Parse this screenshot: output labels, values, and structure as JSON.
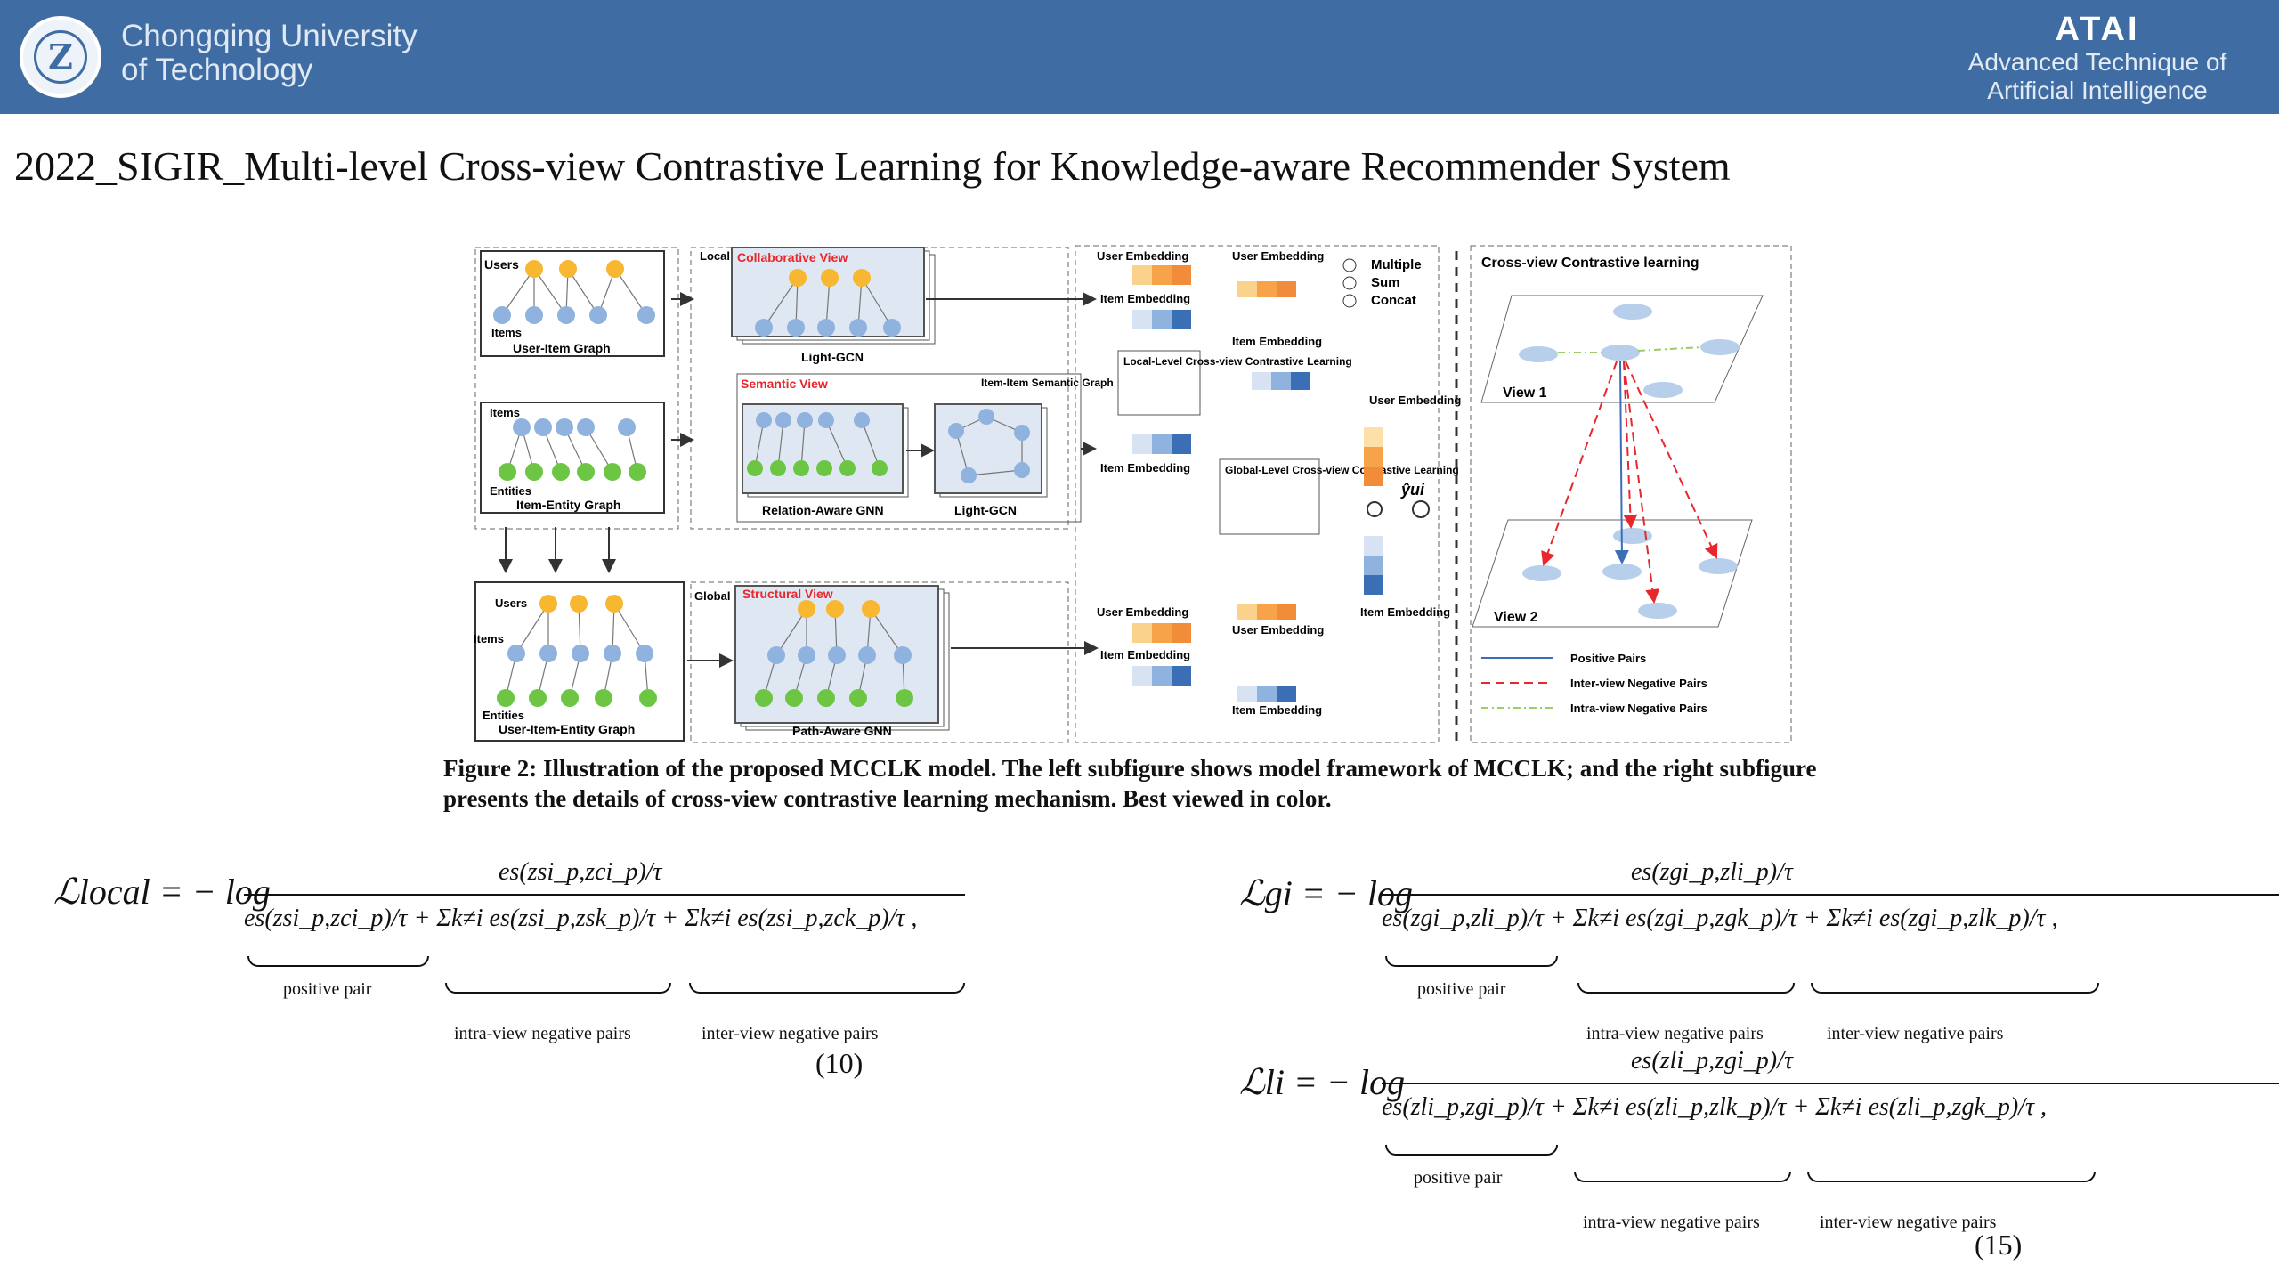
{
  "header": {
    "logo_glyph": "Z",
    "university_line1": "Chongqing University",
    "university_line2": "of Technology",
    "atai_title": "ATAI",
    "atai_sub1": "Advanced Technique of",
    "atai_sub2": "Artificial  Intelligence"
  },
  "page_title": "2022_SIGIR_Multi-level Cross-view Contrastive Learning for Knowledge-aware Recommender System",
  "figure": {
    "left": {
      "users": "Users",
      "items": "Items",
      "entities": "Entities",
      "ui_graph": "User-Item Graph",
      "ie_graph": "Item-Entity Graph",
      "uie_graph": "User-Item-Entity Graph",
      "local_level": "Local Level",
      "global_level": "Global Level",
      "collab_view": "Collaborative View",
      "semantic_view": "Semantic View",
      "structural_view": "Structural View",
      "light_gcn": "Light-GCN",
      "relation_gnn": "Relation-Aware GNN",
      "ii_graph": "Item-Item Semantic Graph",
      "path_gnn": "Path-Aware GNN"
    },
    "mid": {
      "user_embedding": "User Embedding",
      "item_embedding": "Item Embedding",
      "local_cl": "Local-Level Cross-view Contrastive Learning",
      "global_cl": "Global-Level Cross-view Contrastive Learning",
      "legend_multiple": "Multiple",
      "legend_sum": "Sum",
      "legend_concat": "Concat",
      "y_hat": "ŷui"
    },
    "right": {
      "title": "Cross-view Contrastive learning",
      "view1": "View 1",
      "view2": "View 2",
      "positive_pairs": "Positive Pairs",
      "inter_neg": "Inter-view Negative Pairs",
      "intra_neg": "Intra-view Negative Pairs"
    },
    "colors": {
      "user_node": "#f7b731",
      "item_node": "#8fb3de",
      "entity_node": "#6cc644",
      "red_label": "#e8262b",
      "positive": "#3a6fb5",
      "inter_neg": "#e8262b",
      "intra_neg": "#9ccc65"
    }
  },
  "caption": "Figure 2: Illustration of the proposed MCCLK model. The left subfigure shows model framework of MCCLK; and the right subfigure presents the details of cross-view contrastive learning mechanism. Best viewed in color.",
  "equations": {
    "eq10": {
      "lhs": "ℒlocal = − log",
      "numerator": "es(zsi_p,zci_p)/τ",
      "denominator": "es(zsi_p,zci_p)/τ + Σk≠i es(zsi_p,zsk_p)/τ + Σk≠i es(zsi_p,zck_p)/τ ,",
      "brace1": "positive pair",
      "brace2": "intra-view negative pairs",
      "brace3": "inter-view negative pairs",
      "number": "(10)"
    },
    "eq15a": {
      "lhs": "ℒgi = − log",
      "numerator": "es(zgi_p,zli_p)/τ",
      "denominator": "es(zgi_p,zli_p)/τ + Σk≠i es(zgi_p,zgk_p)/τ + Σk≠i es(zgi_p,zlk_p)/τ ,",
      "brace1": "positive pair",
      "brace2": "intra-view negative pairs",
      "brace3": "inter-view negative pairs"
    },
    "eq15b": {
      "lhs": "ℒli = − log",
      "numerator": "es(zli_p,zgi_p)/τ",
      "denominator": "es(zli_p,zgi_p)/τ + Σk≠i es(zli_p,zlk_p)/τ + Σk≠i es(zli_p,zgk_p)/τ ,",
      "brace1": "positive pair",
      "brace2": "intra-view negative pairs",
      "brace3": "inter-view negative pairs",
      "number": "(15)"
    }
  }
}
